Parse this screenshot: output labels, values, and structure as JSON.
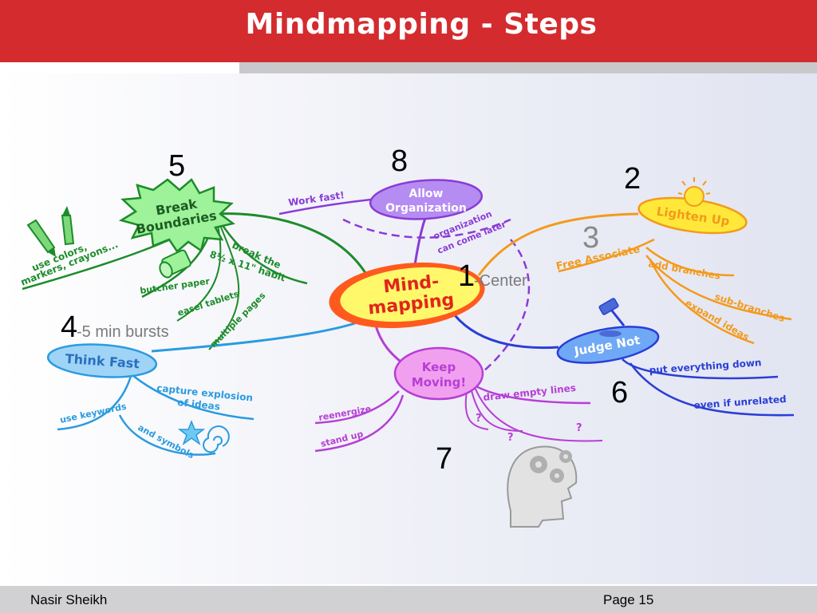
{
  "slide": {
    "title": "Mindmapping - Steps",
    "author": "Nasir Sheikh",
    "page": "Page 15"
  },
  "center": {
    "label_line1": "Mind-",
    "label_line2": "mapping"
  },
  "nodes": {
    "break_boundaries": {
      "line1": "Break",
      "line2": "Boundaries"
    },
    "allow_organization": {
      "line1": "Allow",
      "line2": "Organization"
    },
    "lighten_up": "Lighten Up",
    "think_fast": "Think Fast",
    "keep_moving": {
      "line1": "Keep",
      "line2": "Moving!"
    },
    "judge_not": "Judge Not"
  },
  "branch_labels": {
    "work_fast": "Work fast!",
    "org_later_line1": "organization",
    "org_later_line2": "can come later",
    "free_associate": "Free Associate",
    "add_branches": "add branches",
    "sub_branches": "sub-branches",
    "expand_ideas": "expand ideas",
    "use_colors_line1": "use colors,",
    "use_colors_line2": "markers, crayons...",
    "butcher_paper": "butcher paper",
    "break_letter_line1": "break the",
    "break_letter_line2": "8½ x 11\" habit",
    "easel_tablets": "easel tablets",
    "multiple_pages": "multiple pages",
    "capture_line1": "capture explosion",
    "capture_line2": "of ideas",
    "use_keywords": "use keywords",
    "and_symbols": "and symbols",
    "reenergize": "reenergize",
    "stand_up": "stand up",
    "draw_empty_lines": "draw empty lines",
    "q1": "?",
    "q2": "?",
    "q3": "?",
    "put_everything_down": "put everything down",
    "even_if_unrelated": "even if unrelated"
  },
  "steps": {
    "s1": "1",
    "s1_note": "-Center",
    "s2": "2",
    "s3": "3",
    "s4": "4",
    "s4_note": "-5 min bursts",
    "s5": "5",
    "s6": "6",
    "s7": "7",
    "s8": "8"
  },
  "colors": {
    "header_red": "#d42b2f",
    "branch_green": "#1c8c2a",
    "branch_purple": "#8a3bd6",
    "branch_orange": "#f39a1c",
    "branch_blue": "#2a3ed6",
    "branch_lightblue": "#2a9be0",
    "branch_magenta": "#b63ed6"
  }
}
